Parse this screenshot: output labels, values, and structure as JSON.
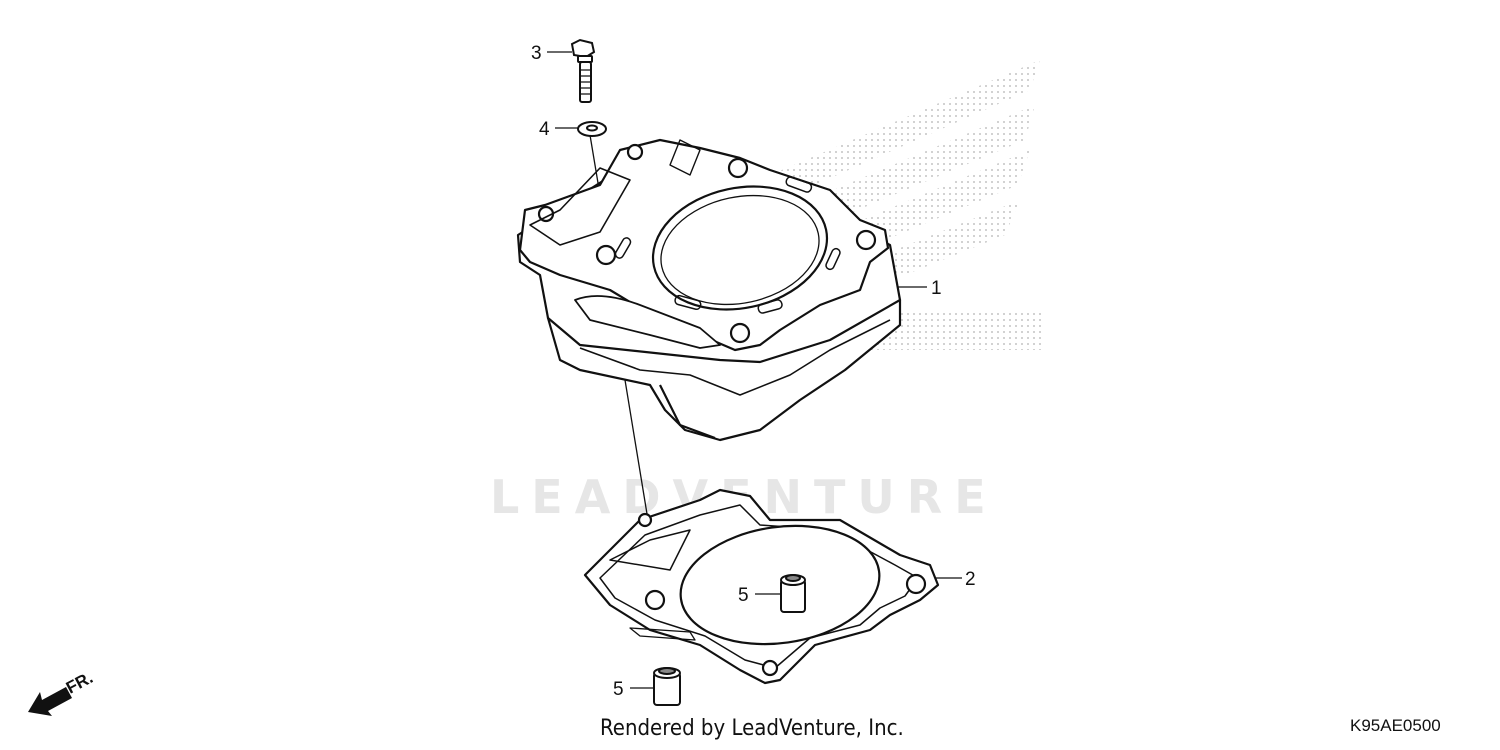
{
  "diagram": {
    "watermark": "LEADVENTURE",
    "credit": "Rendered by LeadVenture, Inc.",
    "diagram_code": "K95AE0500",
    "direction_label": "FR.",
    "callouts": [
      {
        "id": "cylinder",
        "number": "1"
      },
      {
        "id": "gasket",
        "number": "2"
      },
      {
        "id": "bolt",
        "number": "3"
      },
      {
        "id": "washer",
        "number": "4"
      },
      {
        "id": "dowel-upper",
        "number": "5"
      },
      {
        "id": "dowel-lower",
        "number": "5"
      }
    ]
  }
}
